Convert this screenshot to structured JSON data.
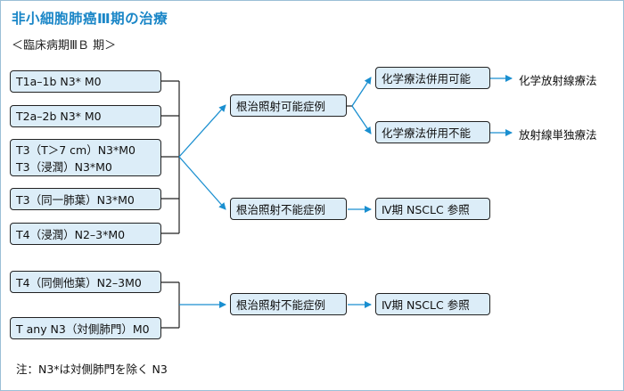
{
  "title": "非小細胞肺癌Ⅲ期の治療",
  "subtitle": "＜臨床病期ⅢＢ 期＞",
  "stages": {
    "s1": "T1a–1b N3* M0",
    "s2": "T2a–2b N3* M0",
    "s3a": "T3（T＞7 cm）N3*M0",
    "s3b": "T3（浸潤）N3*M0",
    "s4": "T3（同一肺葉）N3*M0",
    "s5": "T4（浸潤）N2–3*M0",
    "s6": "T4（同側他葉）N2–3M0",
    "s7": "T any N3（対側肺門）M0"
  },
  "decisions": {
    "radical_possible": "根治照射可能症例",
    "radical_impossible_1": "根治照射不能症例",
    "radical_impossible_2": "根治照射不能症例",
    "chemo_possible": "化学療法併用可能",
    "chemo_impossible": "化学療法併用不能",
    "ref_1": "Ⅳ期 NSCLC 参照",
    "ref_2": "Ⅳ期 NSCLC 参照"
  },
  "outcomes": {
    "chemoradiation": "化学放射線療法",
    "radiation_only": "放射線単独療法"
  },
  "footnote": "注：N3*は対側肺門を除く N3",
  "colors": {
    "title": "#1a86c7",
    "arrow": "#1a8fd0",
    "box_fill": "#dcedf8"
  }
}
